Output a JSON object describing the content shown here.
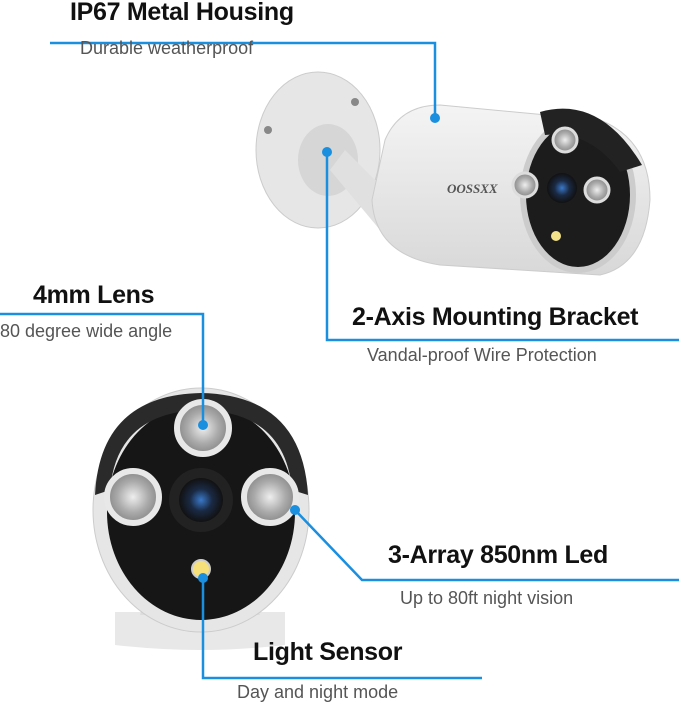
{
  "accent_color": "#1a8fe0",
  "brand_logo": "OOSSXX",
  "callouts": [
    {
      "title": "IP67 Metal Housing",
      "subtitle": "Durable weatherproof"
    },
    {
      "title": "2-Axis Mounting Bracket",
      "subtitle": "Vandal-proof Wire Protection"
    },
    {
      "title": "4mm Lens",
      "subtitle": "80 degree wide angle"
    },
    {
      "title": "3-Array 850nm Led",
      "subtitle": "Up to 80ft night vision"
    },
    {
      "title": "Light Sensor",
      "subtitle": "Day and night mode"
    }
  ]
}
